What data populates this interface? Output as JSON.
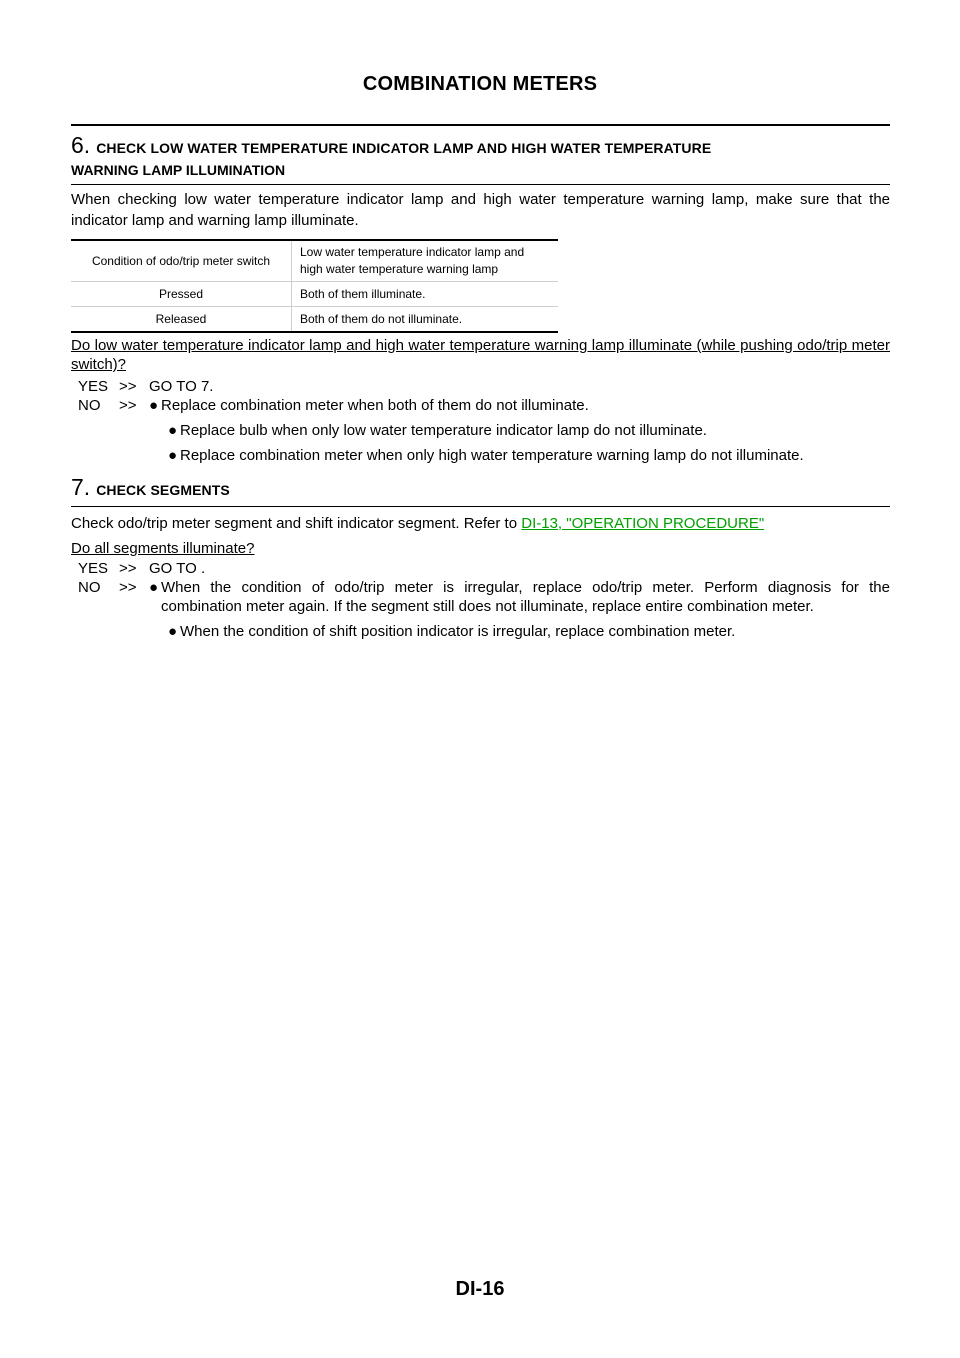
{
  "header": {
    "title": "COMBINATION METERS"
  },
  "step6": {
    "number": "6.",
    "title_line1": "CHECK LOW WATER TEMPERATURE INDICATOR LAMP AND HIGH WATER TEMPERATURE",
    "title_line2": "WARNING LAMP ILLUMINATION",
    "intro": "When checking low water temperature indicator lamp and high water temperature warning lamp, make sure that the indicator lamp and warning lamp illuminate.",
    "table": {
      "headers": [
        "Condition of odo/trip meter switch",
        "Low water temperature indicator lamp and high water temperature warning lamp"
      ],
      "rows": [
        [
          "Pressed",
          "Both of them illuminate."
        ],
        [
          "Released",
          "Both of them do not illuminate."
        ]
      ]
    },
    "question": "Do low water temperature indicator lamp and high water temperature warning lamp illuminate (while pushing odo/trip meter switch)?",
    "yes_key": "YES",
    "yes_arrow": ">>",
    "yes_text": "GO TO 7.",
    "no_key": "NO",
    "no_arrow": ">>",
    "no_bullets": [
      "Replace combination meter when both of them do not illuminate.",
      "Replace bulb when only low water temperature indicator lamp do not illuminate.",
      "Replace combination meter when only high water temperature warning lamp do not illuminate."
    ]
  },
  "step7": {
    "number": "7.",
    "title": "CHECK SEGMENTS",
    "intro": "Check odo/trip meter segment and shift indicator segment. Refer to",
    "link_text": "DI-13, \"OPERATION PROCEDURE\"",
    "question": "Do all segments illuminate?",
    "yes_key": "YES",
    "yes_arrow": ">>",
    "yes_text": "GO TO .",
    "no_key": "NO",
    "no_arrow": ">>",
    "no_bullets": [
      "When the condition of odo/trip meter is irregular, replace odo/trip meter. Perform diagnosis for the combination meter again. If the segment still does not illuminate, replace entire combination meter.",
      "When the condition of shift position indicator is irregular, replace combination meter."
    ]
  },
  "footer": {
    "page": "DI-16"
  },
  "icons": {
    "bullet": "●"
  }
}
